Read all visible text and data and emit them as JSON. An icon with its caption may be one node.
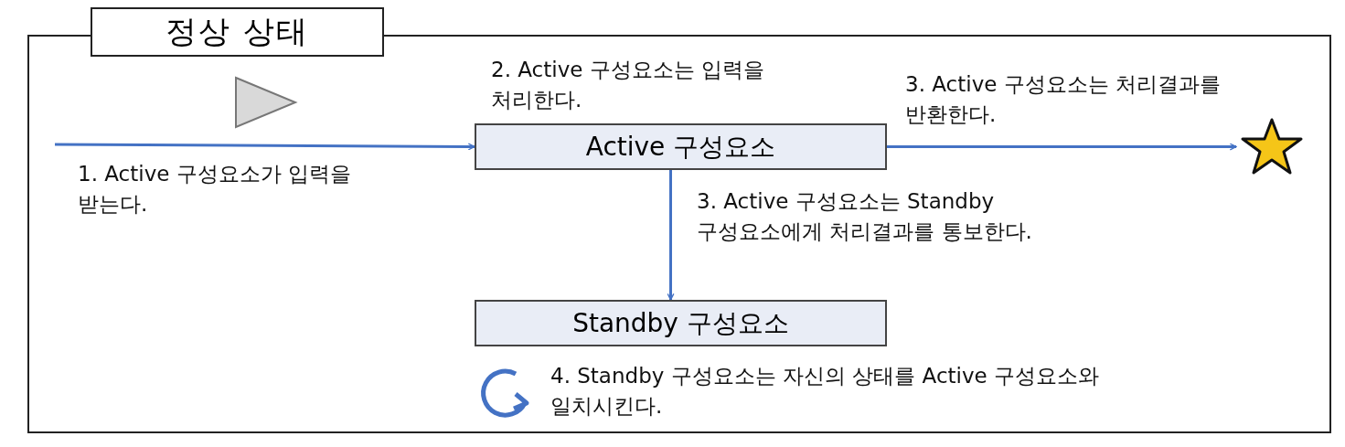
{
  "diagram": {
    "nodes": [
      {
        "text": [
          "정상 상태"
        ]
      },
      {
        "text": [
          "Active 구성요소"
        ],
        "in": 0,
        "beside": [
          "2. Active 구성요소는 입력을 처리한다."
        ]
      },
      {
        "text": [
          "Standby 구성요소"
        ],
        "in": 0,
        "beside": [
          "4. Standby 구성요소는 자신의 상태를 Active 구성요소와 일치시킨다."
        ]
      },
      {
        "text": [],
        "shape": "star",
        "in": 0
      }
    ],
    "edges": [
      {
        "from": null,
        "to": 1,
        "arrow": "to",
        "label": "1. Active 구성요소가 입력을 받는다."
      },
      {
        "from": 1,
        "to": 3,
        "arrow": "to",
        "label": "3. Active 구성요소는 처리결과를 반환한다."
      },
      {
        "from": 1,
        "to": 2,
        "arrow": "to",
        "label": "3. Active 구성요소는 Standby 구성요소에게 처리결과를 통보한다."
      }
    ]
  }
}
